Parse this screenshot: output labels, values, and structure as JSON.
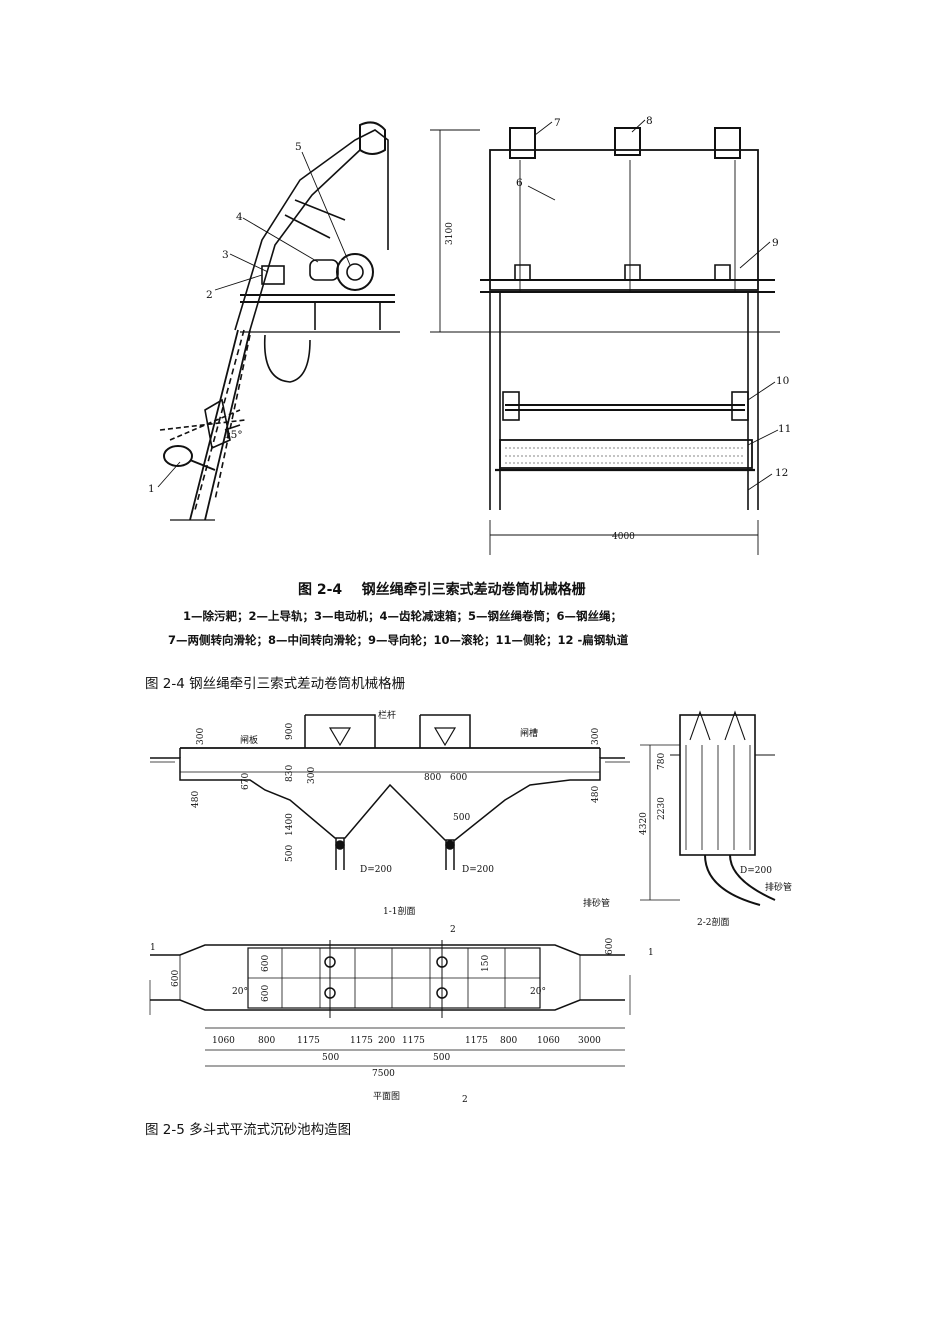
{
  "figure_2_4": {
    "callouts": [
      "1",
      "2",
      "3",
      "4",
      "5",
      "6",
      "7",
      "8",
      "9",
      "10",
      "11",
      "12"
    ],
    "angle_label": "15°",
    "height_dim": "3100",
    "width_dim": "4000",
    "title_num": "图 2-4",
    "title": "钢丝绳牵引三索式差动卷筒机械格栅",
    "legend_line1": "1—除污耙；2—上导轨；3—电动机；4—齿轮减速箱；5—钢丝绳卷筒；6—钢丝绳；",
    "legend_line2": "7—两侧转向滑轮；8—中间转向滑轮；9—导向轮；10—滚轮；11—侧轮；12 -扁钢轨道",
    "caption": "图 2-4 钢丝绳牵引三索式差动卷筒机械格栅"
  },
  "figure_2_5": {
    "section_1_1": {
      "labels": {
        "rail": "栏杆",
        "gate": "闸板",
        "channel": "闸槽"
      },
      "dims_left": [
        "300",
        "670",
        "480"
      ],
      "dims_center": [
        "900",
        "830",
        "300",
        "1400",
        "500"
      ],
      "dims_right": [
        "300",
        "480"
      ],
      "dims_mid": [
        "800",
        "600",
        "500"
      ],
      "pipe_labels": [
        "D=200",
        "D=200"
      ],
      "outlet": "排砂管",
      "title": "1-1剖面"
    },
    "section_2_2": {
      "dims": [
        "780",
        "2230",
        "4320"
      ],
      "pipe": "D=200",
      "outlet": "排砂管",
      "title": "2-2剖面"
    },
    "plan": {
      "section_marks": [
        "2",
        "2",
        "1",
        "1"
      ],
      "dims_vertical": [
        "600",
        "600",
        "600",
        "150",
        "600"
      ],
      "angles": [
        "20°",
        "20°"
      ],
      "dims_bottom": [
        "1060",
        "800",
        "1175",
        "1175",
        "200",
        "1175",
        "1175",
        "800",
        "1060",
        "3000"
      ],
      "dims_sub": [
        "500",
        "500"
      ],
      "total": "7500",
      "title": "平面图"
    },
    "caption": "图 2-5 多斗式平流式沉砂池构造图"
  }
}
